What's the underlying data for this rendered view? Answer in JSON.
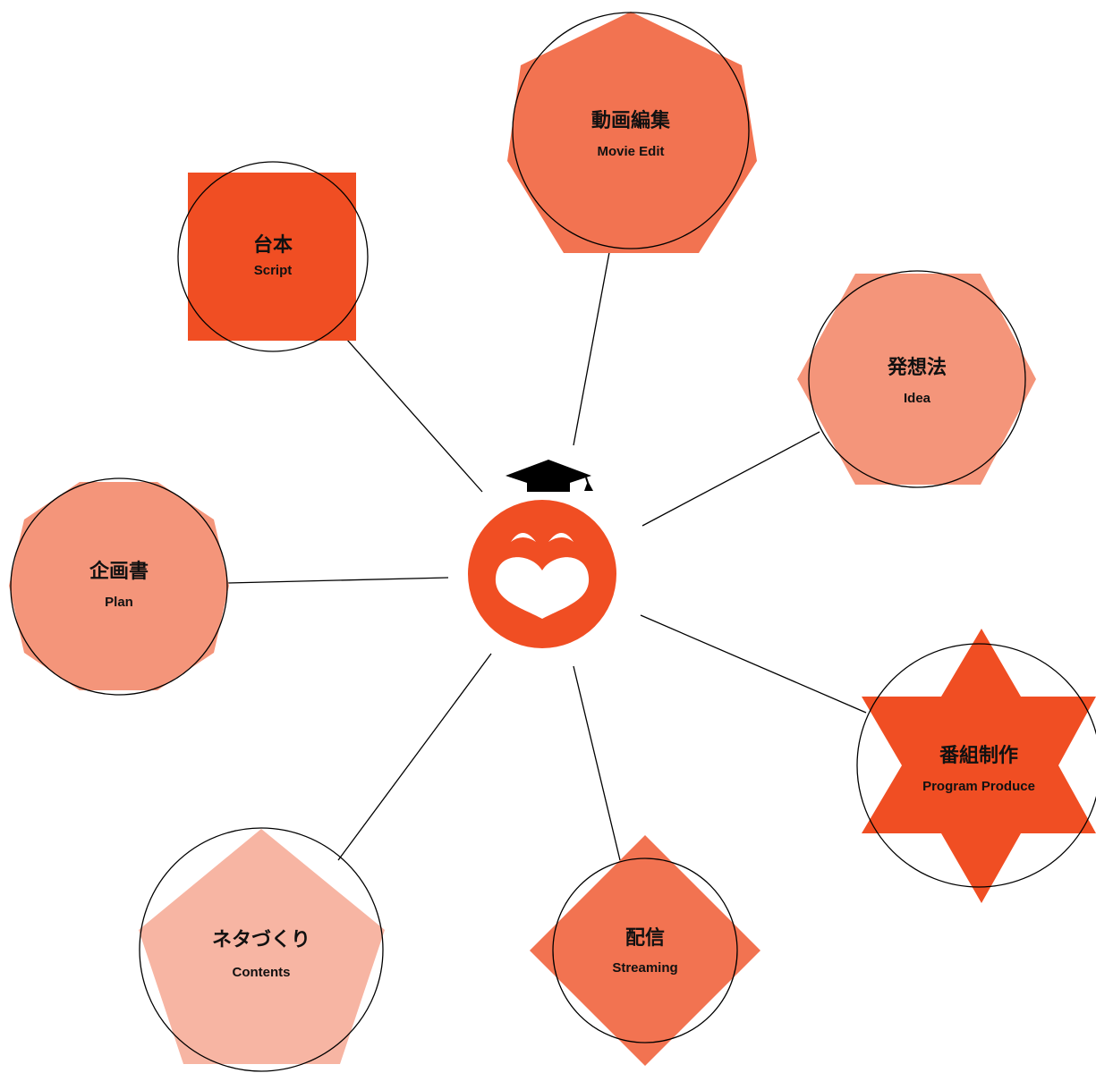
{
  "colors": {
    "dark": "#F04E23",
    "medium": "#F27351",
    "light": "#F4957A",
    "lighter": "#F7B5A3",
    "line": "#000000",
    "text": "#111111"
  },
  "center": {
    "name": "mascot",
    "icon": "smiling-face-with-graduation-cap-icon"
  },
  "nodes": [
    {
      "id": "movie-edit",
      "ja": "動画編集",
      "en": "Movie Edit",
      "shape": "heptagon",
      "color": "medium"
    },
    {
      "id": "idea",
      "ja": "発想法",
      "en": "Idea",
      "shape": "hexagon",
      "color": "light"
    },
    {
      "id": "program-produce",
      "ja": "番組制作",
      "en": "Program Produce",
      "shape": "six-pointed-star",
      "color": "dark"
    },
    {
      "id": "streaming",
      "ja": "配信",
      "en": "Streaming",
      "shape": "diamond",
      "color": "medium"
    },
    {
      "id": "contents",
      "ja": "ネタづくり",
      "en": "Contents",
      "shape": "pentagon",
      "color": "lighter"
    },
    {
      "id": "plan",
      "ja": "企画書",
      "en": "Plan",
      "shape": "octagon",
      "color": "light"
    },
    {
      "id": "script",
      "ja": "台本",
      "en": "Script",
      "shape": "square",
      "color": "dark"
    }
  ]
}
